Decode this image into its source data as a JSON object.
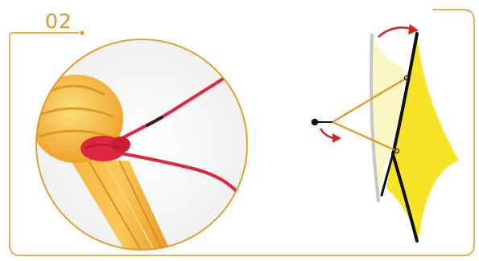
{
  "step": {
    "number": "02"
  },
  "colors": {
    "accent": "#E8931C",
    "arrow": "#D8232A",
    "line_cord": "#E0263C",
    "sail_front": "#F7E327",
    "sail_back": "#FBF6C6",
    "rope": "#F4A623"
  },
  "icons": {
    "left_panel": "rope-knot-closeup-photo",
    "right_panel": "kite-sail-bridle-diagram",
    "rotation_top": "curved-arrow-clockwise-icon",
    "rotation_bottom": "curved-arrow-down-icon"
  }
}
